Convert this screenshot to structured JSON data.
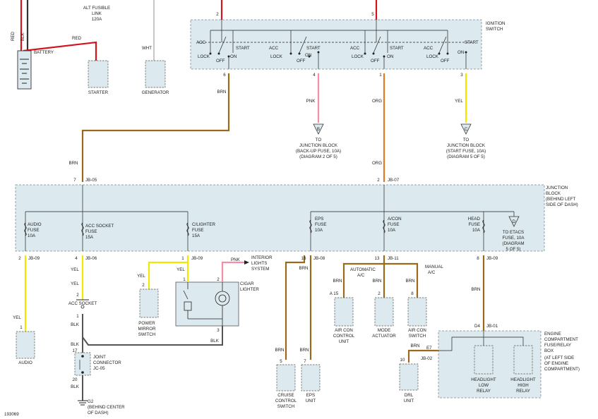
{
  "colors": {
    "red": "#d4141c",
    "brown": "#9a6a1c",
    "orange": "#e07b24",
    "yellow": "#f2e700",
    "pink": "#f58ca8",
    "black": "#333333",
    "white_wire": "#bbbbbb",
    "box_fill": "#dce9ee"
  },
  "top": {
    "alt_fusible_link": "ALT FUSIBLE",
    "alt_link": "LINK",
    "alt_amps": "120A",
    "battery": "BATTERY",
    "red": "RED",
    "red_v": "RED",
    "blk_v": "BLK",
    "starter": "STARTER",
    "generator": "GENERATOR",
    "wht": "WHT"
  },
  "ignition": {
    "title_1": "IGNITION",
    "title_2": "SWITCH",
    "acc": "ACC",
    "lock": "LOCK",
    "off": "OFF",
    "on": "ON",
    "start": "START",
    "pin_2": "2",
    "pin_5": "5",
    "pin_6": "6",
    "pin_4": "4",
    "pin_1": "1",
    "pin_3": "3"
  },
  "wires": {
    "brn": "BRN",
    "pnk": "PNK",
    "org": "ORG",
    "yel": "YEL",
    "blk": "BLK"
  },
  "refs": {
    "b_letter": "B",
    "b_1": "TO",
    "b_2": "JUNCTION BLOCK",
    "b_3": "(BACK-UP FUSE, 10A)",
    "b_4": "(DIAGRAM 2 OF 5)",
    "c_letter": "C",
    "c_1": "TO",
    "c_2": "JUNCTION BLOCK",
    "c_3": "(START FUSE, 10A)",
    "c_4": "(DIAGRAM 5 OF 5)",
    "d_letter": "D",
    "d_1": "TO ETACS",
    "d_2": "FUSE, 10A",
    "d_3": "(DIAGRAM",
    "d_4": "5 OF 5)"
  },
  "junction": {
    "title_1": "JUNCTION",
    "title_2": "BLOCK",
    "title_3": "(BEHIND LEFT",
    "title_4": "SIDE OF DASH)",
    "jb05": "JB-05",
    "jb07": "JB-07",
    "pin_7": "7",
    "pin_2": "2",
    "audio_fuse": [
      "AUDIO",
      "FUSE",
      "10A"
    ],
    "acc_fuse": [
      "ACC SOCKET",
      "FUSE",
      "15A"
    ],
    "cig_fuse": [
      "C/LIGHTER",
      "FUSE",
      "15A"
    ],
    "eps_fuse": [
      "EPS",
      "FUSE",
      "10A"
    ],
    "acon_fuse": [
      "A/CON",
      "FUSE",
      "10A"
    ],
    "head_fuse": [
      "HEAD",
      "FUSE",
      "10A"
    ],
    "out": {
      "p2": "2",
      "jb09a": "JB-09",
      "p4": "4",
      "jb06": "JB-06",
      "p1": "1",
      "jb09b": "JB-09",
      "p16": "16",
      "jb08": "JB-08",
      "p13": "13",
      "jb11": "JB-11",
      "p8": "8",
      "jb09c": "JB-09"
    }
  },
  "lower_left": {
    "audio": "AUDIO",
    "acc_socket": "ACC SOCKET",
    "pm_1": "POWER",
    "pm_2": "MIRROR",
    "pm_3": "SWITCH",
    "cig_1": "CIGAR",
    "cig_2": "LIGHTER",
    "il_1": "INTERIOR",
    "il_2": "LIGHTS",
    "il_3": "SYSTEM",
    "jc_1": "JOINT",
    "jc_2": "CONNECTOR",
    "jc_3": "JC-05",
    "g2_1": "G2",
    "g2_2": "(BEHIND CENTER",
    "g2_3": "OF DASH)",
    "pin_1": "1",
    "pin_2": "2",
    "pin_3": "3",
    "pin_17": "17",
    "pin_20": "20"
  },
  "lower_right": {
    "auto_1": "AUTOMATIC",
    "auto_2": "A/C",
    "man_1": "MANUAL",
    "man_2": "A/C",
    "acu_1": "AIR CON",
    "acu_2": "CONTROL",
    "acu_3": "UNIT",
    "mode_1": "MODE",
    "mode_2": "ACTUATOR",
    "acs_1": "AIR CON",
    "acs_2": "SWITCH",
    "cc_1": "CRUISE",
    "cc_2": "CONTROL",
    "cc_3": "SWITCH",
    "eps_1": "EPS",
    "eps_2": "UNIT",
    "drl_1": "DRL",
    "drl_2": "UNIT",
    "a15": "A 15",
    "p2": "2",
    "p8": "8",
    "p5": "5",
    "p7": "7",
    "p10": "10",
    "e7": "E7",
    "jb02": "JB-02",
    "d4": "D4",
    "jb01": "JB-01",
    "ec_1": "ENGINE",
    "ec_2": "COMPARTMENT",
    "ec_3": "FUSE/RELAY",
    "ec_4": "BOX",
    "ec_5": "(AT LEFT SIDE",
    "ec_6": "OF ENGINE",
    "ec_7": "COMPARTMENT)",
    "hl_1": "HEADLIGHT",
    "hl_2": "LOW",
    "hl_3": "RELAY",
    "hh_1": "HEADLIGHT",
    "hh_2": "HIGH",
    "hh_3": "RELAY"
  },
  "figure_id": "193069"
}
